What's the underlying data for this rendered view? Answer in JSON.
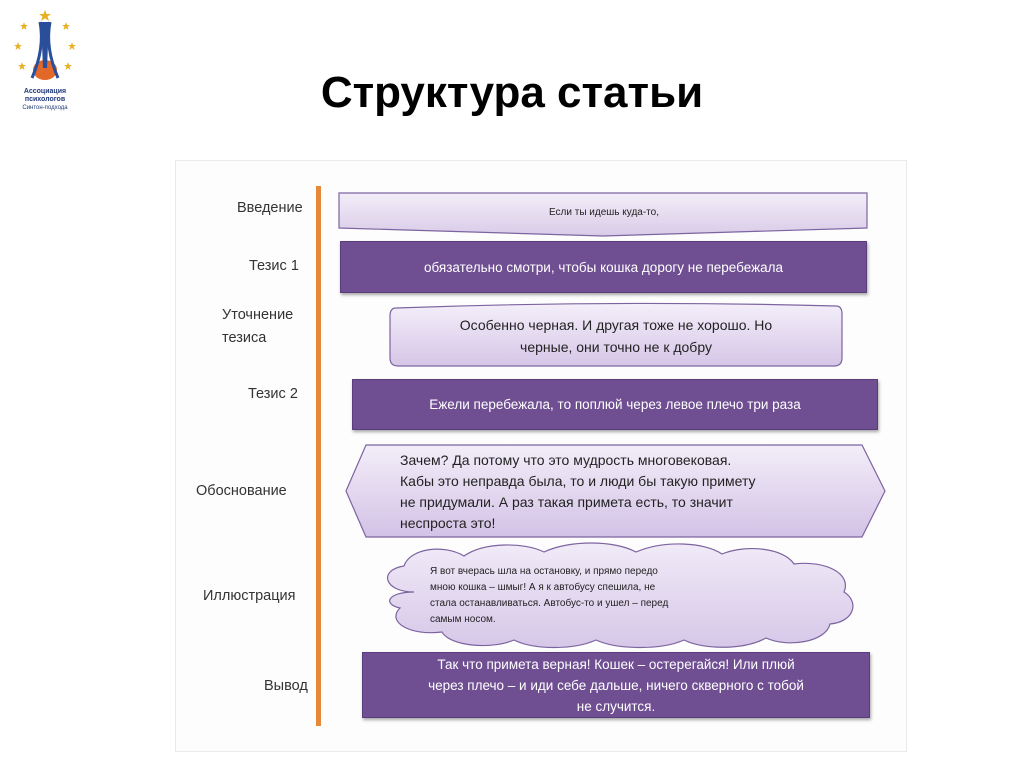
{
  "page": {
    "title": "Структура статьи"
  },
  "logo": {
    "line1": "Ассоциация",
    "line2": "психологов",
    "line3": "Синтон-подхода"
  },
  "diagram": {
    "labels": {
      "intro": "Введение",
      "thesis1": "Тезис 1",
      "clarification_line1": "Уточнение",
      "clarification_line2": "тезиса",
      "thesis2": "Тезис 2",
      "justification": "Обоснование",
      "illustration": "Иллюстрация",
      "conclusion": "Вывод"
    },
    "boxes": {
      "intro": "Если ты идешь куда-то,",
      "thesis1": "обязательно смотри, чтобы кошка дорогу не перебежала",
      "clarification_line1": "Особенно черная. И другая тоже не хорошо. Но",
      "clarification_line2": "черные, они точно не к добру",
      "thesis2": "Ежели перебежала, то поплюй через левое плечо три раза",
      "justification_line1": "Зачем? Да потому что это мудрость многовековая.",
      "justification_line2": "Кабы это неправда была, то и люди бы такую примету",
      "justification_line3": "не придумали. А раз такая примета есть, то значит",
      "justification_line4": "неспроста это!",
      "illustration_line1": "Я вот вчерась шла на остановку, и прямо передо",
      "illustration_line2": "мною кошка – шмыг! А я к автобусу спешила, не",
      "illustration_line3": "стала останавливаться. Автобус-то и ушел – перед",
      "illustration_line4": "самым носом.",
      "conclusion_line1": "Так что примета верная! Кошек – остерегайся! Или плюй",
      "conclusion_line2": "через плечо – и иди себе дальше, ничего скверного с тобой",
      "conclusion_line3": "не случится."
    }
  },
  "colors": {
    "dark_purple": "#6f4f92",
    "light_purple": "#e6dcf0",
    "timeline": "#e5883a"
  }
}
